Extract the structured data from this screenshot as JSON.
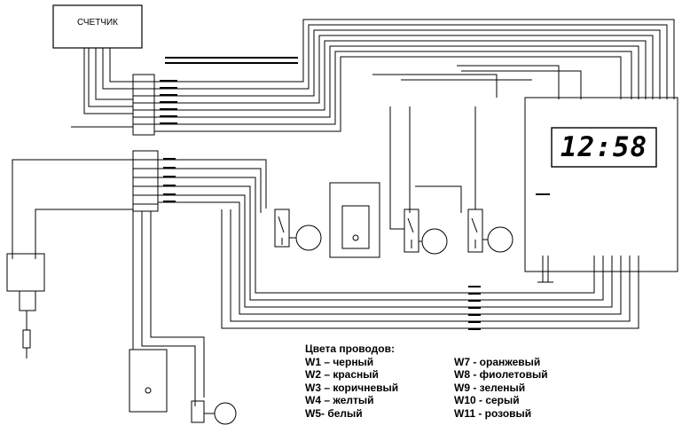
{
  "meter": {
    "label": "СЧЕТЧИК"
  },
  "clock": {
    "digits": "12:58"
  },
  "legend": {
    "title": "Цвета проводов:",
    "left": [
      "W1 – черный",
      "W2 – красный",
      "W3 – коричневый",
      "W4 – желтый",
      "W5- белый"
    ],
    "right": [
      "W7 - оранжевый",
      "W8 - фиолетовый",
      "W9 - зеленый",
      "W10 - серый",
      "W11 - розовый"
    ]
  }
}
